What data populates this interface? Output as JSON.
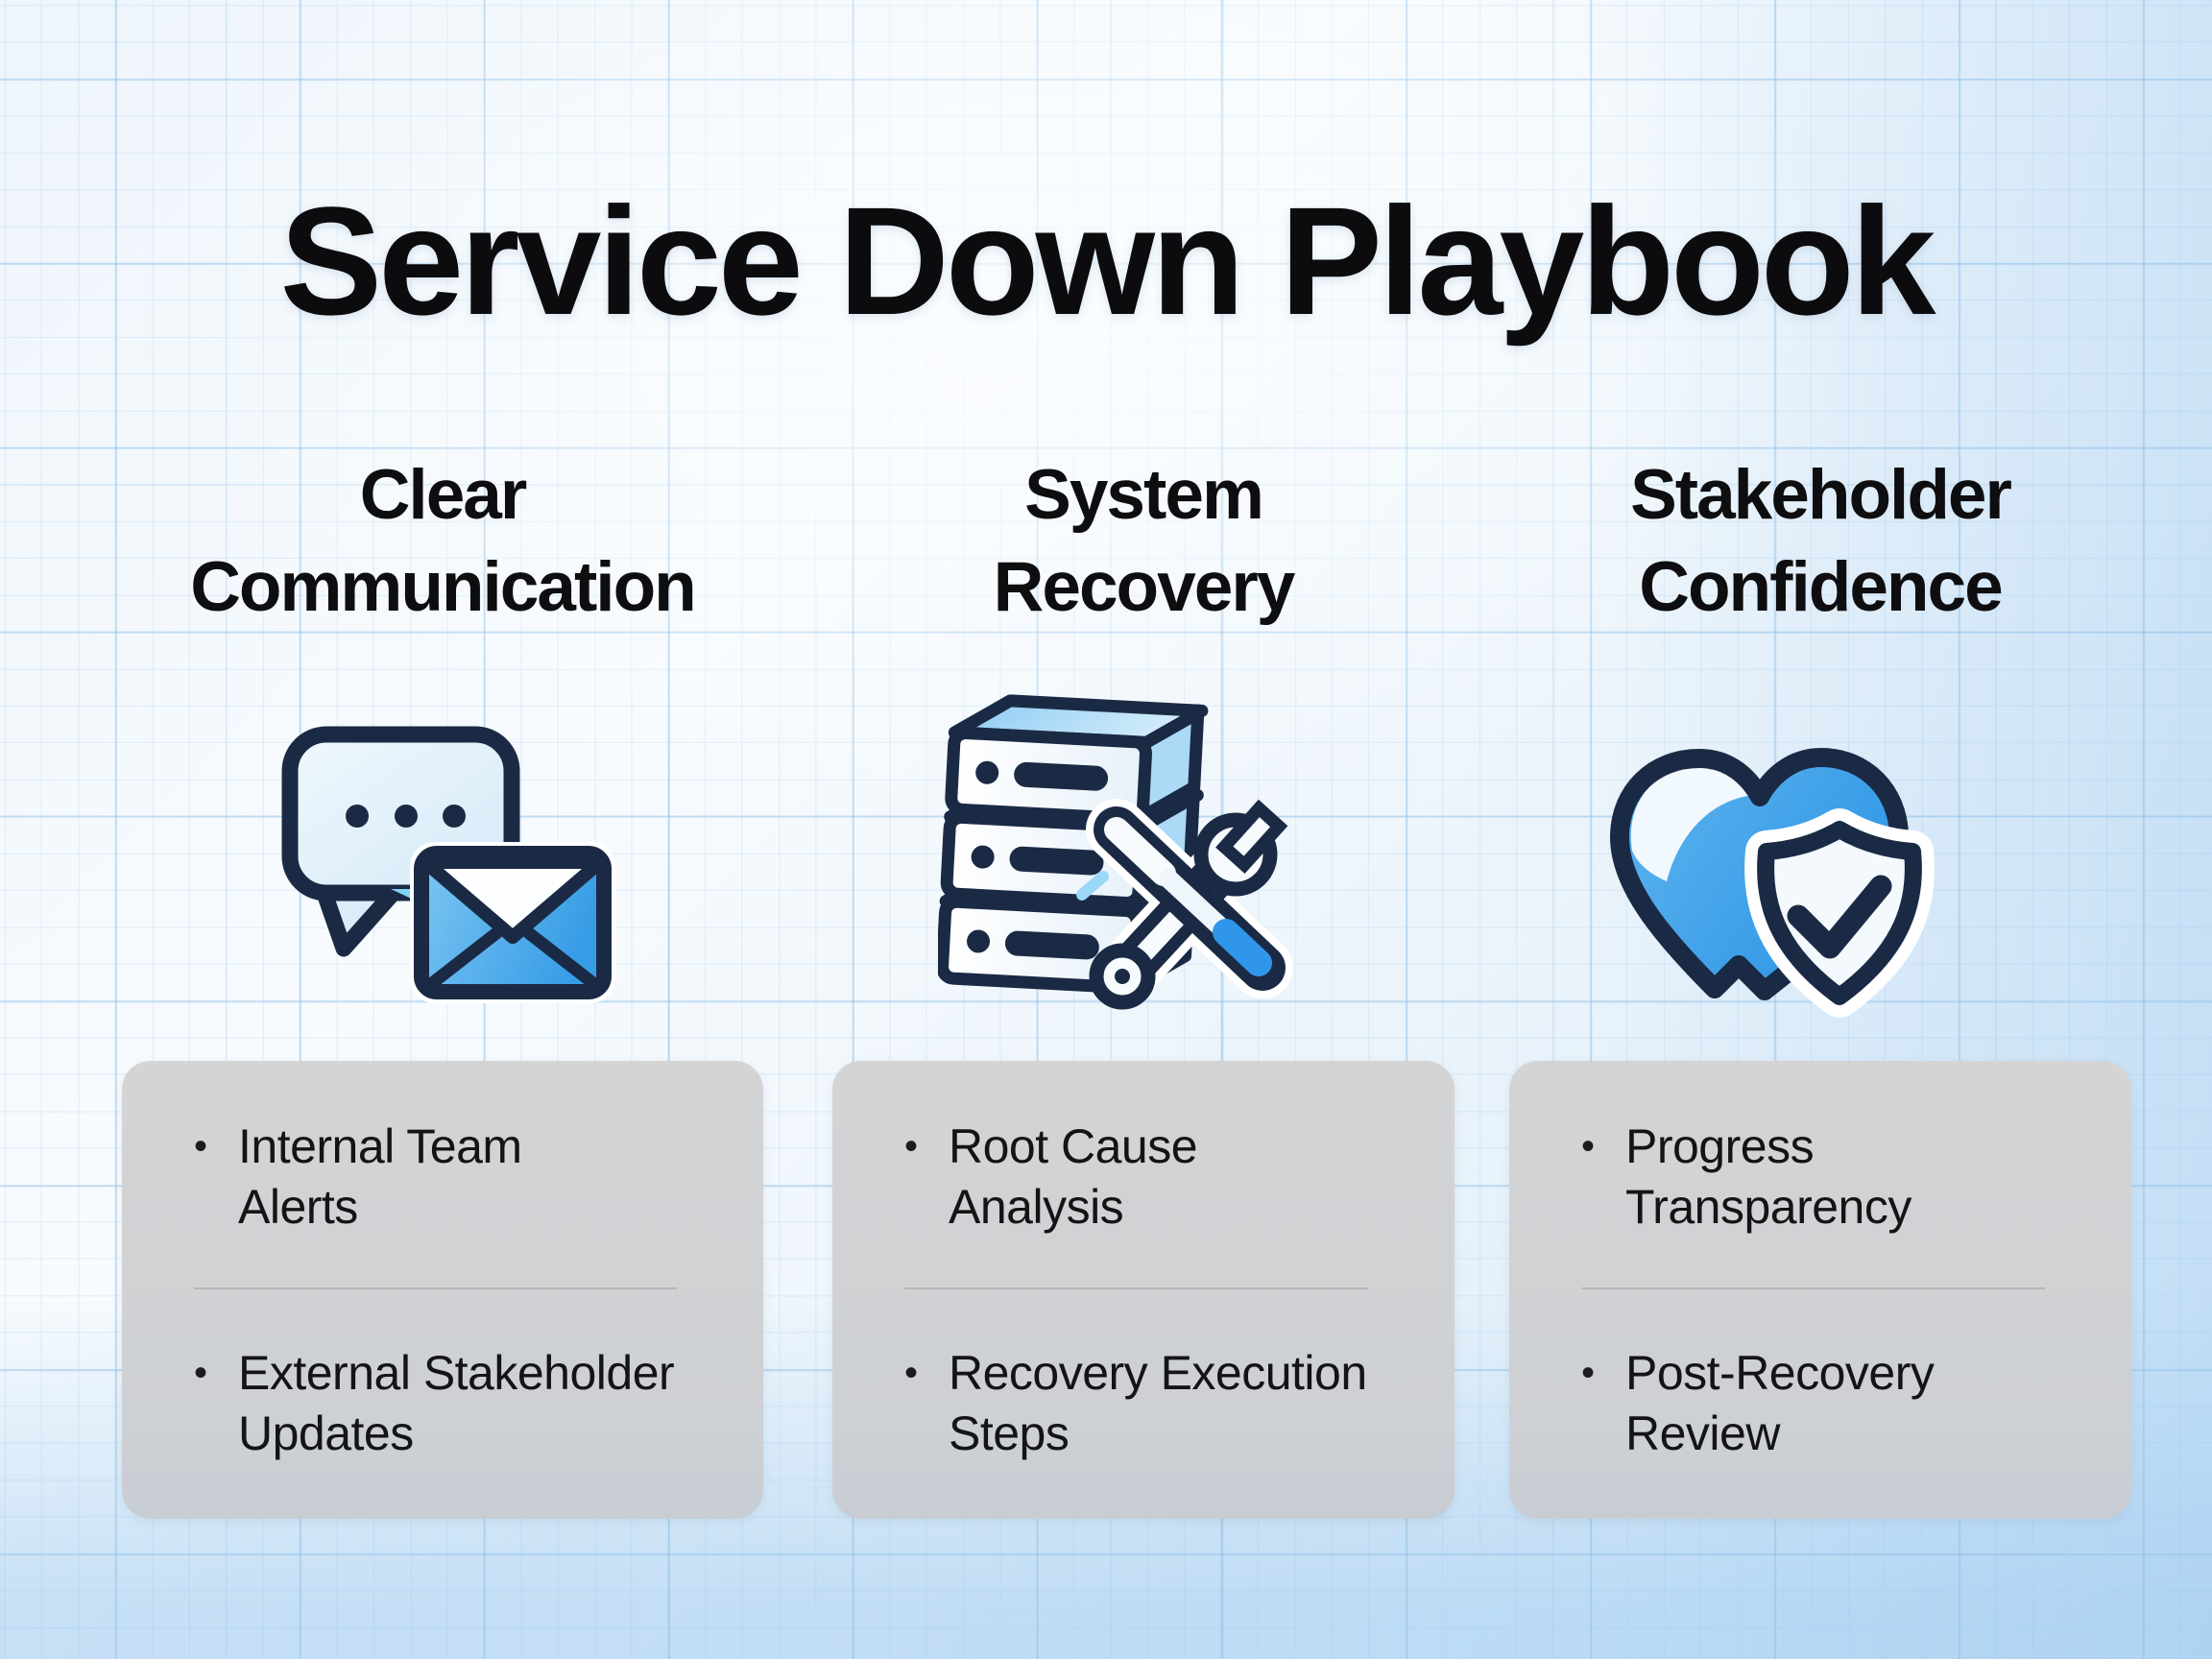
{
  "title": "Service Down Playbook",
  "bullet": "•",
  "columns": [
    {
      "heading": "Clear\nCommunication",
      "icon": "chat-mail-icon",
      "items": [
        "Internal Team\nAlerts",
        "External Stakeholder\nUpdates"
      ]
    },
    {
      "heading": "System\nRecovery",
      "icon": "server-tools-icon",
      "items": [
        "Root Cause\nAnalysis",
        "Recovery Execution\nSteps"
      ]
    },
    {
      "heading": "Stakeholder\nConfidence",
      "icon": "heart-shield-icon",
      "items": [
        "Progress\nTransparency",
        "Post-Recovery\nReview"
      ]
    }
  ],
  "colors": {
    "navy_outline": "#1b2a44",
    "accent_blue": "#42a4ea",
    "light_blue_fill": "#dcecf8",
    "card_gray": "#d2d3d5",
    "background_tint": "#d2e7f8",
    "text_black": "#141416"
  }
}
